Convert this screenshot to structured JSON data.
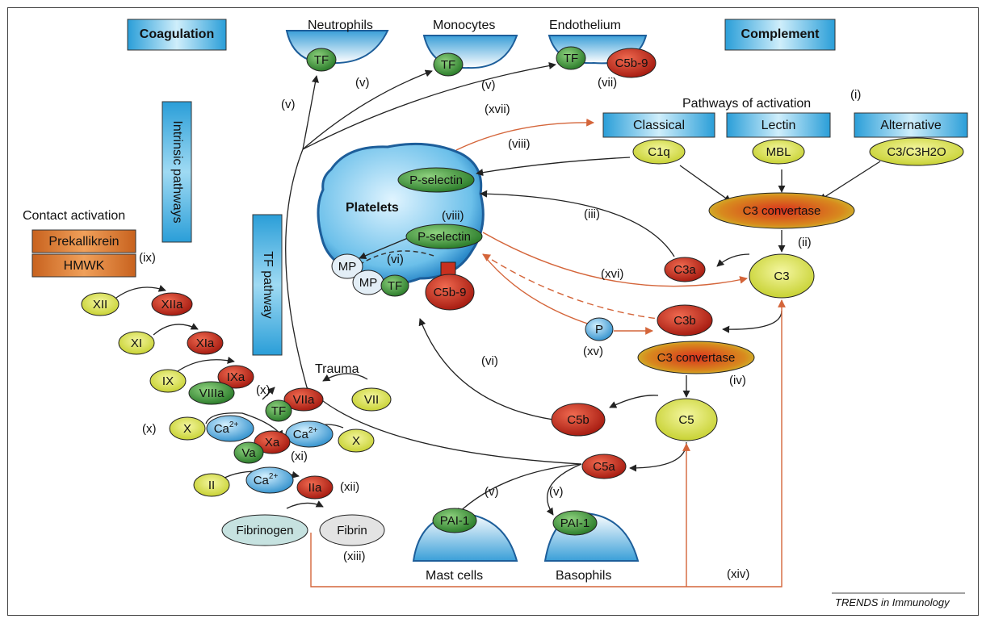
{
  "headers": {
    "coagulation": "Coagulation",
    "complement": "Complement",
    "intrinsic": "Intrinsic pathways",
    "tf_pathway": "TF pathway"
  },
  "cells": {
    "neutrophils": "Neutrophils",
    "monocytes": "Monocytes",
    "endothelium": "Endothelium",
    "platelets": "Platelets",
    "mast_cells": "Mast cells",
    "basophils": "Basophils"
  },
  "pathways": {
    "title": "Pathways of activation",
    "classical": "Classical",
    "lectin": "Lectin",
    "alternative": "Alternative"
  },
  "contact": {
    "title": "Contact activation",
    "prekallikrein": "Prekallikrein",
    "hmwk": "HMWK"
  },
  "nodes": {
    "tf": "TF",
    "c5b9": "C5b-9",
    "c1q": "C1q",
    "mbl": "MBL",
    "c3h2o": "C3/C3H2O",
    "c3conv": "C3 convertase",
    "c3": "C3",
    "c3a": "C3a",
    "c3b": "C3b",
    "p": "P",
    "c5conv": "C3 convertase",
    "c5": "C5",
    "c5a": "C5a",
    "c5b": "C5b",
    "pselectin": "P-selectin",
    "mp": "MP",
    "pai1": "PAI-1",
    "xii": "XII",
    "xiia": "XIIa",
    "xi": "XI",
    "xia": "XIa",
    "ix": "IX",
    "ixa": "IXa",
    "viiia": "VIIIa",
    "vii": "VII",
    "viia": "VIIa",
    "x": "X",
    "xa": "Xa",
    "va": "Va",
    "ca": "Ca",
    "ca_sup": "2+",
    "ii": "II",
    "iia": "IIa",
    "fibrinogen": "Fibrinogen",
    "fibrin": "Fibrin",
    "trauma": "Trauma"
  },
  "romans": {
    "i": "(i)",
    "ii": "(ii)",
    "iii": "(iii)",
    "iv": "(iv)",
    "v": "(v)",
    "vi": "(vi)",
    "vii": "(vii)",
    "viii": "(viii)",
    "ix": "(ix)",
    "x": "(x)",
    "xi": "(xi)",
    "xii": "(xii)",
    "xiii": "(xiii)",
    "xiv": "(xiv)",
    "xv": "(xv)",
    "xvi": "(xvi)",
    "xvii": "(xvii)"
  },
  "credit": "TRENDS in Immunology",
  "colors": {
    "yellow": "#d2dc3c",
    "red": "#c8301f",
    "green": "#3f9a3a",
    "blue": "#3aa0d6",
    "orange_arrow": "#d4653a",
    "box_blue": "#4fb3dd"
  }
}
